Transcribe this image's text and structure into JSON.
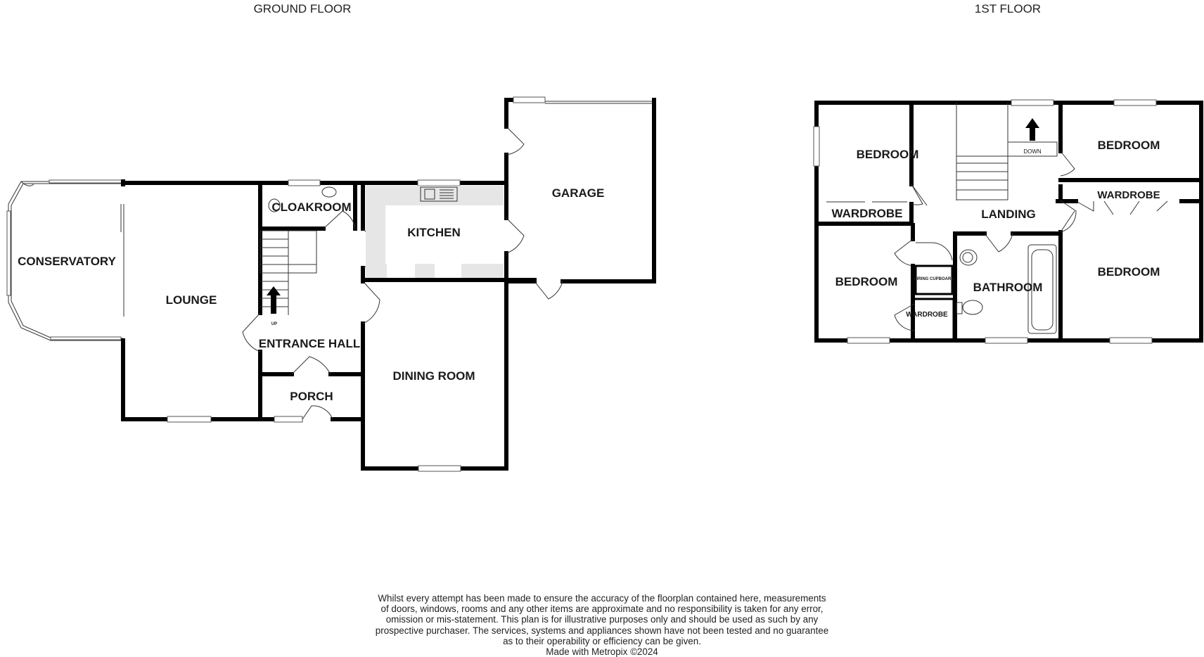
{
  "floors": {
    "ground": {
      "title": "GROUND FLOOR",
      "rooms": {
        "conservatory": "CONSERVATORY",
        "lounge": "LOUNGE",
        "cloakroom": "CLOAKROOM",
        "kitchen": "KITCHEN",
        "garage": "GARAGE",
        "entrance_hall": "ENTRANCE HALL",
        "porch": "PORCH",
        "dining_room": "DINING ROOM"
      },
      "stairs_label": "UP"
    },
    "first": {
      "title": "1ST FLOOR",
      "rooms": {
        "bedroom_top_left": "BEDROOM",
        "wardrobe_top_left": "WARDROBE",
        "bedroom_top_right": "BEDROOM",
        "wardrobe_right": "WARDROBE",
        "landing": "LANDING",
        "bedroom_bottom_left": "BEDROOM",
        "airing_cupboard": "AIRING CUPBOARD",
        "wardrobe_small": "WARDROBE",
        "bathroom": "BATHROOM",
        "bedroom_bottom_right": "BEDROOM"
      },
      "stairs_label": "DOWN"
    }
  },
  "disclaimer": {
    "lines": [
      "Whilst every attempt has been made to ensure the accuracy of the floorplan contained here, measurements",
      "of doors, windows, rooms and any other items are approximate and no responsibility is taken for any error,",
      "omission or mis-statement. This plan is for illustrative purposes only and should be used as such by any",
      "prospective purchaser. The services, systems and appliances shown have not been tested and no guarantee",
      "as to their operability or efficiency can be given."
    ],
    "credit": "Made with Metropix ©2024"
  }
}
